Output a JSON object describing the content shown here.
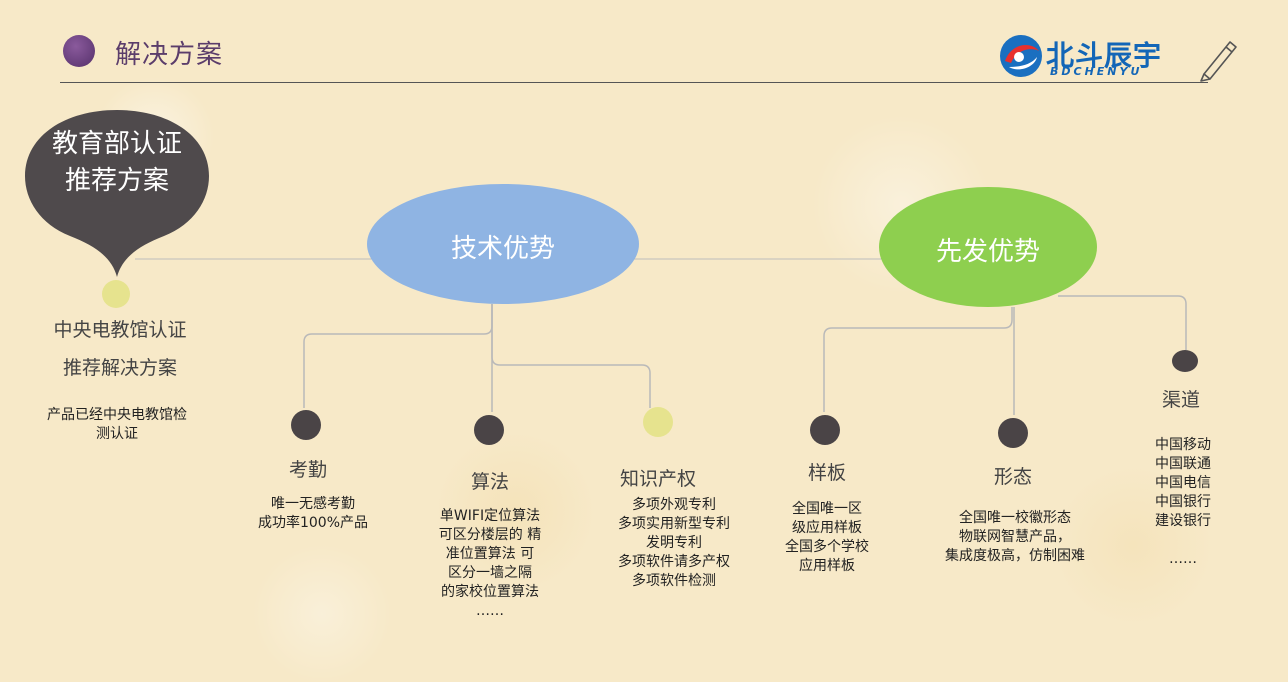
{
  "header": {
    "title": "解决方案",
    "logo_main": "北斗辰宇",
    "logo_sub": "BDCHENYU"
  },
  "bubble": {
    "line1": "教育部认证",
    "line2": "推荐方案"
  },
  "left_node": {
    "label_line1": "中央电教馆认证",
    "label_line2": "推荐解决方案",
    "desc_line1": "产品已经中央电教馆检",
    "desc_line2": "测认证"
  },
  "ellipses": {
    "tech": "技术优势",
    "first": "先发优势"
  },
  "nodes": [
    {
      "label": "考勤",
      "lines": [
        "唯一无感考勤",
        "成功率100%产品"
      ]
    },
    {
      "label": "算法",
      "lines": [
        "单WIFI定位算法",
        "可区分楼层的 精",
        "准位置算法 可",
        "区分一墙之隔",
        "的家校位置算法",
        "……"
      ]
    },
    {
      "label": "知识产权",
      "lines": [
        "多项外观专利",
        "多项实用新型专利",
        "发明专利",
        "多项软件请多产权",
        "多项软件检测"
      ]
    },
    {
      "label": "样板",
      "lines": [
        "全国唯一区",
        "级应用样板",
        "全国多个学校",
        "应用样板"
      ]
    },
    {
      "label": "形态",
      "lines": [
        "全国唯一校徽形态",
        "物联网智慧产品，",
        "集成度极高，仿制困难"
      ]
    },
    {
      "label": "渠道",
      "lines": [
        "中国移动",
        "中国联通",
        "中国电信",
        "中国银行",
        "建设银行",
        "",
        "……"
      ]
    }
  ],
  "colors": {
    "title": "#5b3d6b",
    "bubble": "#4f4a4c",
    "tech_ellipse": "#8fb4e3",
    "first_ellipse": "#8ecf4f",
    "dark_dot": "#4a4446",
    "yellow_dot": "#e6e38e",
    "logo_blue": "#1366b7"
  }
}
